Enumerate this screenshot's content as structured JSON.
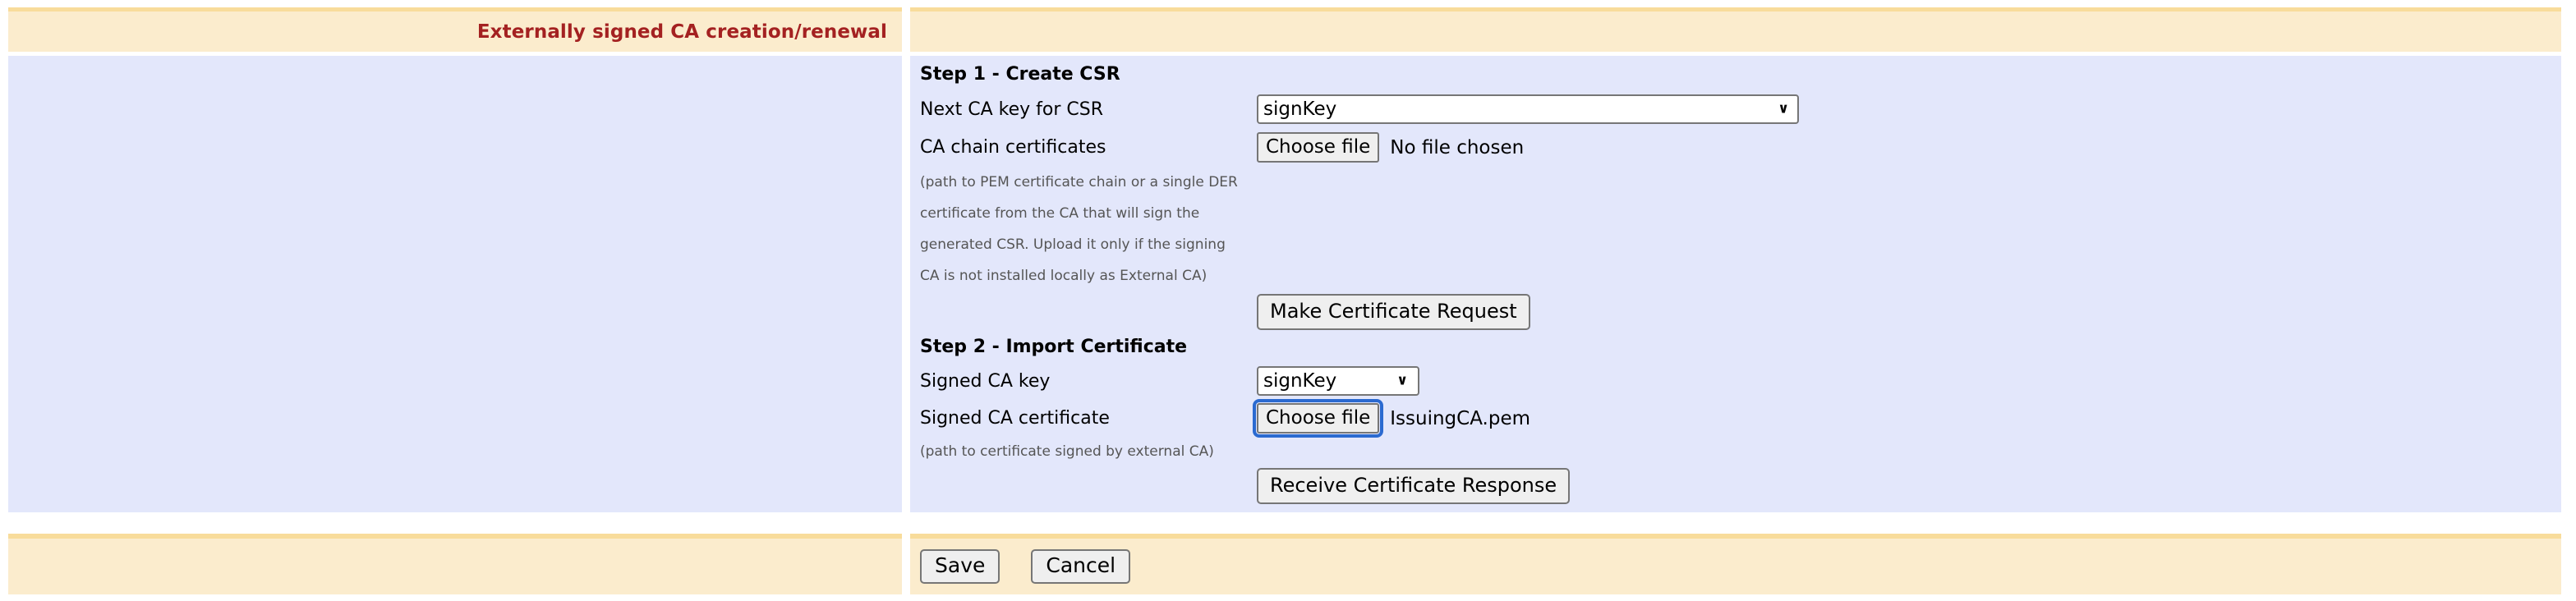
{
  "header": {
    "title": "Externally signed CA creation/renewal"
  },
  "colors": {
    "header_band": "#fbeccd",
    "header_band_border": "#f8dc9b",
    "body_panel": "#e3e7fb",
    "title_text": "#a42121",
    "focus_ring": "#2b6ad0",
    "button_face": "#efefef",
    "control_border": "#767676",
    "hint_text": "#555555"
  },
  "form": {
    "step1": {
      "heading": "Step 1 - Create CSR",
      "next_ca_key_label": "Next CA key for CSR",
      "next_ca_key_value": "signKey",
      "next_ca_key_options": [
        "signKey"
      ],
      "chevron_icon": "∨",
      "ca_chain_label": "CA chain certificates",
      "ca_chain_button": "Choose file",
      "ca_chain_filename": "No file chosen",
      "hint_lines": [
        "(path to PEM certificate chain or a single DER",
        "certificate from the CA that will sign the",
        "generated CSR. Upload it only if the signing",
        "CA is not installed locally as External CA)"
      ],
      "submit_button": "Make Certificate Request"
    },
    "step2": {
      "heading": "Step 2 - Import Certificate",
      "signed_ca_key_label": "Signed CA key",
      "signed_ca_key_value": "signKey",
      "signed_ca_key_options": [
        "signKey"
      ],
      "chevron_icon": "∨",
      "signed_ca_cert_label": "Signed CA certificate",
      "signed_ca_cert_button": "Choose file",
      "signed_ca_cert_filename": "IssuingCA.pem",
      "hint_line": "(path to certificate signed by external CA)",
      "submit_button": "Receive Certificate Response"
    }
  },
  "footer": {
    "save_label": "Save",
    "cancel_label": "Cancel"
  }
}
